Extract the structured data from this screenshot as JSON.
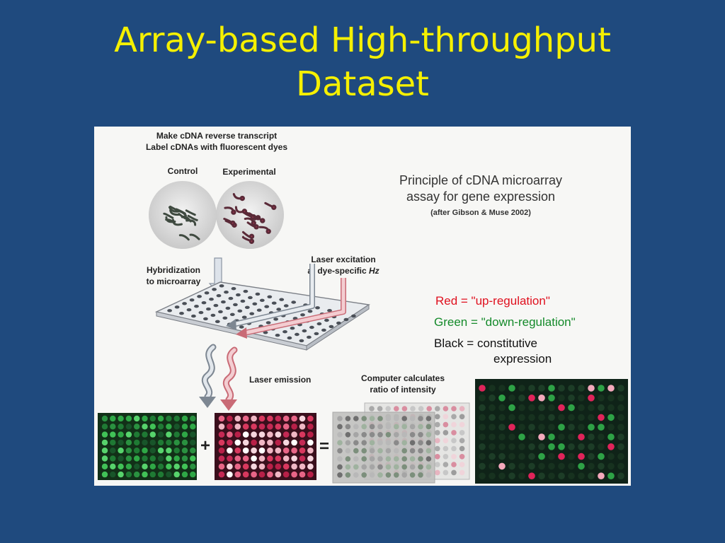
{
  "slide": {
    "title_line1": "Array-based High-throughput",
    "title_line2": "Dataset"
  },
  "figure": {
    "step1_line1": "Make cDNA reverse transcript",
    "step1_line2": "Label cDNAs with fluorescent dyes",
    "control_label": "Control",
    "experimental_label": "Experimental",
    "principle_line1": "Principle of cDNA microarray",
    "principle_line2": "assay for gene expression",
    "principle_citation": "(after Gibson & Muse 2002)",
    "hybridization_line1": "Hybridization",
    "hybridization_line2": "to microarray",
    "laser_excitation_line1": "Laser excitation",
    "laser_excitation_line2": "at dye-specific ",
    "laser_excitation_unit": "Hz",
    "legend_red": "Red = \"up-regulation\"",
    "legend_green": "Green = \"down-regulation\"",
    "legend_black_line1": "Black = constitutive",
    "legend_black_line2": "expression",
    "laser_emission": "Laser emission",
    "computer_line1": "Computer calculates",
    "computer_line2": "ratio of intensity",
    "plus_sign": "+",
    "equals_sign": "="
  },
  "colors": {
    "background": "#1f4a7e",
    "title": "#f5f000",
    "legend_red": "#e0101e",
    "legend_green": "#148a2a",
    "legend_black": "#111111"
  }
}
